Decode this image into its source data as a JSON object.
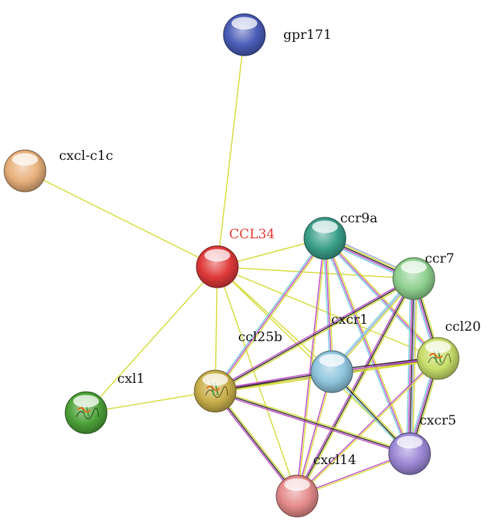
{
  "network": {
    "nodes": [
      {
        "id": "gpr171",
        "label": "gpr171",
        "color": "#4a5db8",
        "query": false,
        "has_structure": false
      },
      {
        "id": "cxcl-c1c",
        "label": "cxcl-c1c",
        "color": "#e8b07a",
        "query": false,
        "has_structure": false
      },
      {
        "id": "CCL34",
        "label": "CCL34",
        "color": "#e03a3a",
        "query": true,
        "has_structure": false
      },
      {
        "id": "ccr9a",
        "label": "ccr9a",
        "color": "#3a9f8a",
        "query": false,
        "has_structure": false
      },
      {
        "id": "ccr7",
        "label": "ccr7",
        "color": "#8fd18f",
        "query": false,
        "has_structure": false
      },
      {
        "id": "ccl20",
        "label": "ccl20",
        "color": "#c8dd6a",
        "query": false,
        "has_structure": true
      },
      {
        "id": "cxcr1",
        "label": "cxcr1",
        "color": "#8ec5dd",
        "query": false,
        "has_structure": false
      },
      {
        "id": "ccl25b",
        "label": "ccl25b",
        "color": "#c9b04a",
        "query": false,
        "has_structure": true
      },
      {
        "id": "cxl1",
        "label": "cxl1",
        "color": "#4ea33a",
        "query": false,
        "has_structure": true
      },
      {
        "id": "cxcr5",
        "label": "cxcr5",
        "color": "#9b88d6",
        "query": false,
        "has_structure": false
      },
      {
        "id": "cxcl14",
        "label": "cxcl14",
        "color": "#e48a8a",
        "query": false,
        "has_structure": false
      }
    ],
    "edges": [
      {
        "source": "CCL34",
        "target": "gpr171",
        "colors": [
          "#d6dc3c"
        ]
      },
      {
        "source": "CCL34",
        "target": "cxcl-c1c",
        "colors": [
          "#d6dc3c"
        ]
      },
      {
        "source": "CCL34",
        "target": "cxl1",
        "colors": [
          "#d6dc3c"
        ]
      },
      {
        "source": "CCL34",
        "target": "ccl25b",
        "colors": [
          "#d6dc3c"
        ]
      },
      {
        "source": "CCL34",
        "target": "cxcl14",
        "colors": [
          "#d6dc3c"
        ]
      },
      {
        "source": "CCL34",
        "target": "ccr9a",
        "colors": [
          "#d6dc3c"
        ]
      },
      {
        "source": "CCL34",
        "target": "ccr7",
        "colors": [
          "#d6dc3c"
        ]
      },
      {
        "source": "CCL34",
        "target": "cxcr1",
        "colors": [
          "#d6dc3c"
        ]
      },
      {
        "source": "CCL34",
        "target": "ccl20",
        "colors": [
          "#d6dc3c"
        ]
      },
      {
        "source": "CCL34",
        "target": "cxcr5",
        "colors": [
          "#d6dc3c"
        ]
      },
      {
        "source": "cxl1",
        "target": "ccl25b",
        "colors": [
          "#d6dc3c"
        ]
      },
      {
        "source": "ccr9a",
        "target": "ccr7",
        "colors": [
          "#9aa8d8",
          "#d6dc3c",
          "#333333",
          "#c050c8",
          "#7ad0e0"
        ]
      },
      {
        "source": "ccr9a",
        "target": "ccl25b",
        "colors": [
          "#d6dc3c",
          "#c050c8",
          "#7ad0e0"
        ]
      },
      {
        "source": "ccr9a",
        "target": "cxcr1",
        "colors": [
          "#d6dc3c",
          "#c050c8",
          "#7ad0e0"
        ]
      },
      {
        "source": "ccr9a",
        "target": "ccl20",
        "colors": [
          "#d6dc3c",
          "#c050c8",
          "#7ad0e0"
        ]
      },
      {
        "source": "ccr9a",
        "target": "cxcr5",
        "colors": [
          "#d6dc3c",
          "#c050c8",
          "#7ad0e0"
        ]
      },
      {
        "source": "ccr9a",
        "target": "cxcl14",
        "colors": [
          "#d6dc3c",
          "#c050c8"
        ]
      },
      {
        "source": "ccr7",
        "target": "ccl25b",
        "colors": [
          "#d6dc3c",
          "#333333",
          "#c050c8"
        ]
      },
      {
        "source": "ccr7",
        "target": "cxcr1",
        "colors": [
          "#d6dc3c",
          "#9aa8d8",
          "#7ad0e0"
        ]
      },
      {
        "source": "ccr7",
        "target": "ccl20",
        "colors": [
          "#d6dc3c",
          "#333333",
          "#c050c8",
          "#7ad0e0"
        ]
      },
      {
        "source": "ccr7",
        "target": "cxcr5",
        "colors": [
          "#d6dc3c",
          "#9aa8d8",
          "#333333",
          "#c050c8",
          "#7ad0e0"
        ]
      },
      {
        "source": "ccr7",
        "target": "cxcl14",
        "colors": [
          "#d6dc3c",
          "#333333",
          "#c050c8"
        ]
      },
      {
        "source": "ccl20",
        "target": "ccl25b",
        "colors": [
          "#d6dc3c",
          "#333333",
          "#c050c8"
        ]
      },
      {
        "source": "ccl20",
        "target": "cxcr1",
        "colors": [
          "#d6dc3c",
          "#c050c8",
          "#333333"
        ]
      },
      {
        "source": "ccl20",
        "target": "cxcr5",
        "colors": [
          "#d6dc3c",
          "#333333",
          "#c050c8",
          "#7ad0e0"
        ]
      },
      {
        "source": "ccl20",
        "target": "cxcl14",
        "colors": [
          "#d6dc3c",
          "#c050c8"
        ]
      },
      {
        "source": "cxcr1",
        "target": "ccl25b",
        "colors": [
          "#d6dc3c",
          "#333333",
          "#c050c8"
        ]
      },
      {
        "source": "cxcr1",
        "target": "cxcr5",
        "colors": [
          "#d6dc3c",
          "#333333",
          "#7ad0e0"
        ]
      },
      {
        "source": "cxcr1",
        "target": "cxcl14",
        "colors": [
          "#d6dc3c",
          "#c050c8"
        ]
      },
      {
        "source": "ccl25b",
        "target": "cxcr5",
        "colors": [
          "#d6dc3c",
          "#333333",
          "#c050c8"
        ]
      },
      {
        "source": "ccl25b",
        "target": "cxcl14",
        "colors": [
          "#d6dc3c",
          "#333333",
          "#c050c8"
        ]
      },
      {
        "source": "cxcr5",
        "target": "cxcl14",
        "colors": [
          "#d6dc3c",
          "#c050c8"
        ]
      }
    ]
  }
}
